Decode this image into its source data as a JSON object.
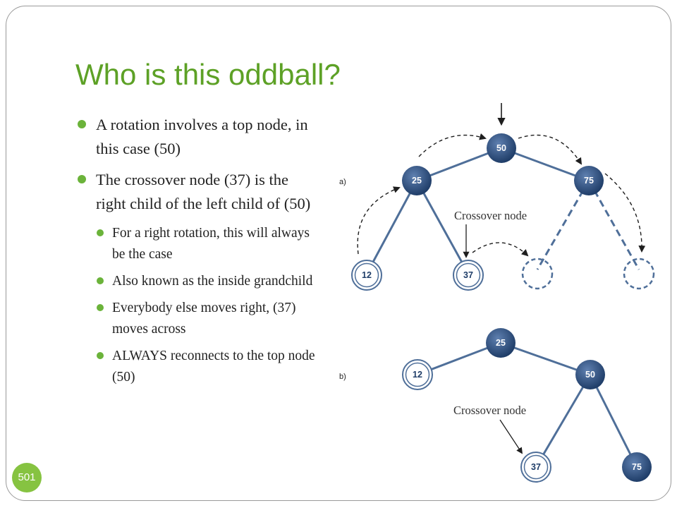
{
  "slide": {
    "title": "Who is this oddball?",
    "page_number": "501",
    "bullets": [
      {
        "level": 1,
        "text": "A rotation involves a top node, in this case (50)"
      },
      {
        "level": 1,
        "text": "The crossover node (37) is the right child of the left child of (50)"
      },
      {
        "level": 2,
        "text": "For a right rotation, this will always be the case"
      },
      {
        "level": 2,
        "text": "Also known as the inside grandchild"
      },
      {
        "level": 2,
        "text": "Everybody else moves right, (37) moves across"
      },
      {
        "level": 2,
        "text": "ALWAYS reconnects to the top node (50)"
      }
    ]
  },
  "diagram": {
    "section_a_label": "a)",
    "section_b_label": "b)",
    "crossover_label_a": "Crossover node",
    "crossover_label_b": "Crossover node",
    "tree_a": {
      "top": "50",
      "left": "25",
      "right": "75",
      "left_left": "12",
      "left_right": "37"
    },
    "tree_b": {
      "top": "25",
      "left": "12",
      "right": "50",
      "right_left": "37",
      "right_right": "75"
    }
  },
  "colors": {
    "title": "#5da126",
    "bullet": "#6bb33a",
    "badge": "#86c341",
    "node_fill": "#2e4f7e",
    "edge": "#4f6f99"
  }
}
